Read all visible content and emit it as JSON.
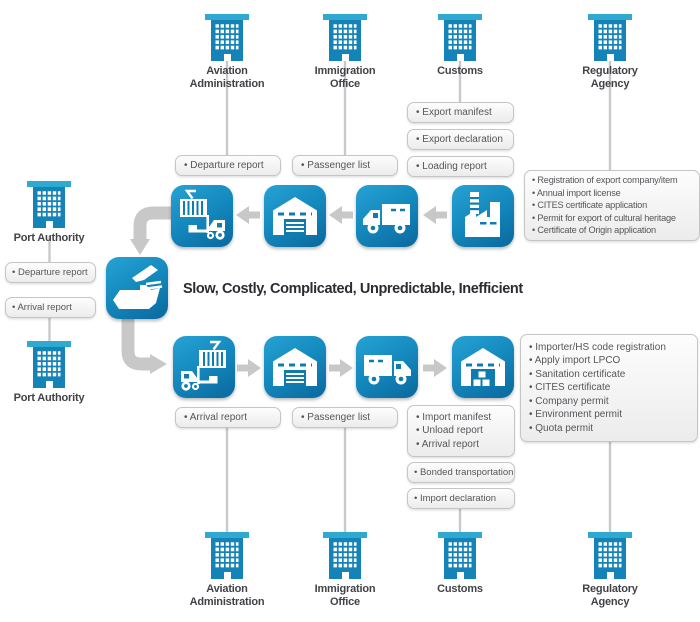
{
  "slogan": "Slow, Costly, Complicated, Unpredictable, Inefficient",
  "agencies": {
    "aviation_top": "Aviation\nAdministration",
    "immigration_top": "Immigration\nOffice",
    "customs_top": "Customs",
    "regulatory_top": "Regulatory\nAgency",
    "port_authority_top": "Port Authority",
    "port_authority_bottom": "Port Authority",
    "aviation_bottom": "Aviation\nAdministration",
    "immigration_bottom": "Immigration\nOffice",
    "customs_bottom": "Customs",
    "regulatory_bottom": "Regulatory\nAgency"
  },
  "export_flow": {
    "departure_report": "Departure report",
    "passenger_list": "Passenger list",
    "export_manifest": "Export manifest",
    "export_declaration": "Export declaration",
    "loading_report": "Loading report",
    "regulatory_docs": [
      "Registration of export company/item",
      "Annual import license",
      "CITES certificate application",
      "Permit for export of cultural heritage",
      "Certificate of Origin application"
    ]
  },
  "port_docs": {
    "departure_report": "Departure report",
    "arrival_report": "Arrival report"
  },
  "import_flow": {
    "arrival_report": "Arrival report",
    "passenger_list": "Passenger list",
    "customs_docs": [
      "Import manifest",
      "Unload report",
      "Arrival report"
    ],
    "bonded_transportation": "Bonded transportation",
    "import_declaration": "Import declaration",
    "regulatory_docs": [
      "Importer/HS code registration",
      "Apply import LPCO",
      "Sanitation certificate",
      "CITES certificate",
      "Company permit",
      "Environment permit",
      "Quota permit"
    ]
  },
  "colors": {
    "tile_blue_light": "#27a2d3",
    "tile_blue_dark": "#0a689d",
    "building_body": "#1483b8",
    "building_roof": "#2fa9cf",
    "connector_gray": "#c9c9c9",
    "arrow_gray": "#c8c8c8",
    "box_border": "#c5c5c5",
    "box_text": "#55565a",
    "label_text": "#414347",
    "slogan_text": "#2b2c33"
  }
}
